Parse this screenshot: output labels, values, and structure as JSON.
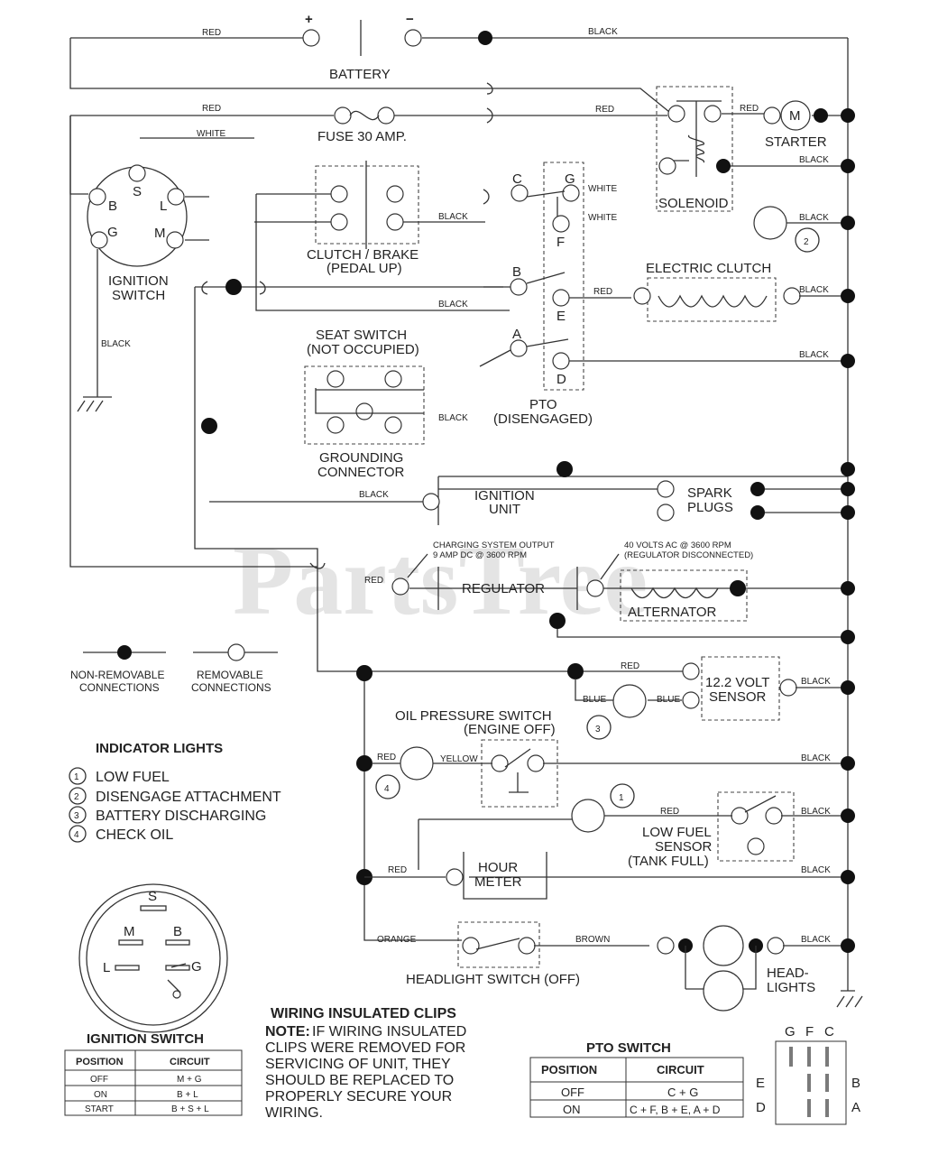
{
  "battery": {
    "label": "BATTERY",
    "plus": "+",
    "minus": "−"
  },
  "fuse": {
    "label": "FUSE 30 AMP."
  },
  "starter": {
    "label": "STARTER",
    "m": "M"
  },
  "solenoid": {
    "label": "SOLENOID"
  },
  "ignition": {
    "label": [
      "IGNITION",
      "SWITCH"
    ],
    "terminals": {
      "s": "S",
      "b": "B",
      "l": "L",
      "g": "G",
      "m": "M"
    }
  },
  "clutch": {
    "label": [
      "CLUTCH / BRAKE",
      "(PEDAL UP)"
    ]
  },
  "electric_clutch": {
    "label": "ELECTRIC CLUTCH"
  },
  "seat": {
    "label": [
      "SEAT SWITCH",
      "(NOT OCCUPIED)"
    ]
  },
  "grounding": {
    "label": [
      "GROUNDING",
      "CONNECTOR"
    ]
  },
  "pto": {
    "label": [
      "PTO",
      "(DISENGAGED)"
    ],
    "terminals": {
      "a": "A",
      "b": "B",
      "c": "C",
      "d": "D",
      "e": "E",
      "f": "F",
      "g": "G"
    }
  },
  "ign_unit": {
    "label": [
      "IGNITION",
      "UNIT"
    ]
  },
  "spark": {
    "label": [
      "SPARK",
      "PLUGS"
    ]
  },
  "regulator": {
    "label": "REGULATOR",
    "out": [
      "CHARGING SYSTEM OUTPUT",
      "9 AMP DC @ 3600 RPM"
    ],
    "ac": [
      "40 VOLTS AC @ 3600 RPM",
      "(REGULATOR DISCONNECTED)"
    ]
  },
  "alternator": {
    "label": "ALTERNATOR"
  },
  "sensor": {
    "label": [
      "12.2 VOLT",
      "SENSOR"
    ]
  },
  "oil": {
    "label": [
      "OIL PRESSURE SWITCH",
      "(ENGINE OFF)"
    ]
  },
  "low_fuel": {
    "label": [
      "LOW FUEL",
      "SENSOR",
      "(TANK FULL)"
    ]
  },
  "hour": {
    "label": [
      "HOUR",
      "METER"
    ]
  },
  "headlight_switch": {
    "label": "HEADLIGHT SWITCH (OFF)"
  },
  "headlights": {
    "label": [
      "HEAD-",
      "LIGHTS"
    ]
  },
  "wires": {
    "red": "RED",
    "black": "BLACK",
    "white": "WHITE",
    "blue": "BLUE",
    "yellow": "YELLOW",
    "orange": "ORANGE",
    "brown": "BROWN"
  },
  "legend": {
    "non_removable": [
      "NON-REMOVABLE",
      "CONNECTIONS"
    ],
    "removable": [
      "REMOVABLE",
      "CONNECTIONS"
    ]
  },
  "indicator": {
    "title": "INDICATOR LIGHTS",
    "items": [
      {
        "num": "1",
        "text": "LOW FUEL"
      },
      {
        "num": "2",
        "text": "DISENGAGE ATTACHMENT"
      },
      {
        "num": "3",
        "text": "BATTERY DISCHARGING"
      },
      {
        "num": "4",
        "text": "CHECK OIL"
      }
    ]
  },
  "ign_table": {
    "title": "IGNITION SWITCH",
    "headers": [
      "POSITION",
      "CIRCUIT"
    ],
    "rows": [
      [
        "OFF",
        "M + G"
      ],
      [
        "ON",
        "B + L"
      ],
      [
        "START",
        "B + S + L"
      ]
    ]
  },
  "clips": {
    "title": "WIRING INSULATED CLIPS",
    "note_label": "NOTE:",
    "lines": [
      "IF WIRING INSULATED",
      "CLIPS WERE REMOVED FOR",
      "SERVICING OF UNIT, THEY",
      "SHOULD BE REPLACED TO",
      "PROPERLY SECURE YOUR",
      "WIRING."
    ]
  },
  "pto_table": {
    "title": "PTO SWITCH",
    "headers": [
      "POSITION",
      "CIRCUIT"
    ],
    "rows": [
      [
        "OFF",
        "C + G"
      ],
      [
        "ON",
        "C + F, B + E, A + D"
      ]
    ]
  },
  "pto_face": {
    "top": [
      "G",
      "F",
      "C"
    ],
    "left": [
      "E",
      "D"
    ],
    "right": [
      "B",
      "A"
    ]
  },
  "watermark": "PartsTree"
}
